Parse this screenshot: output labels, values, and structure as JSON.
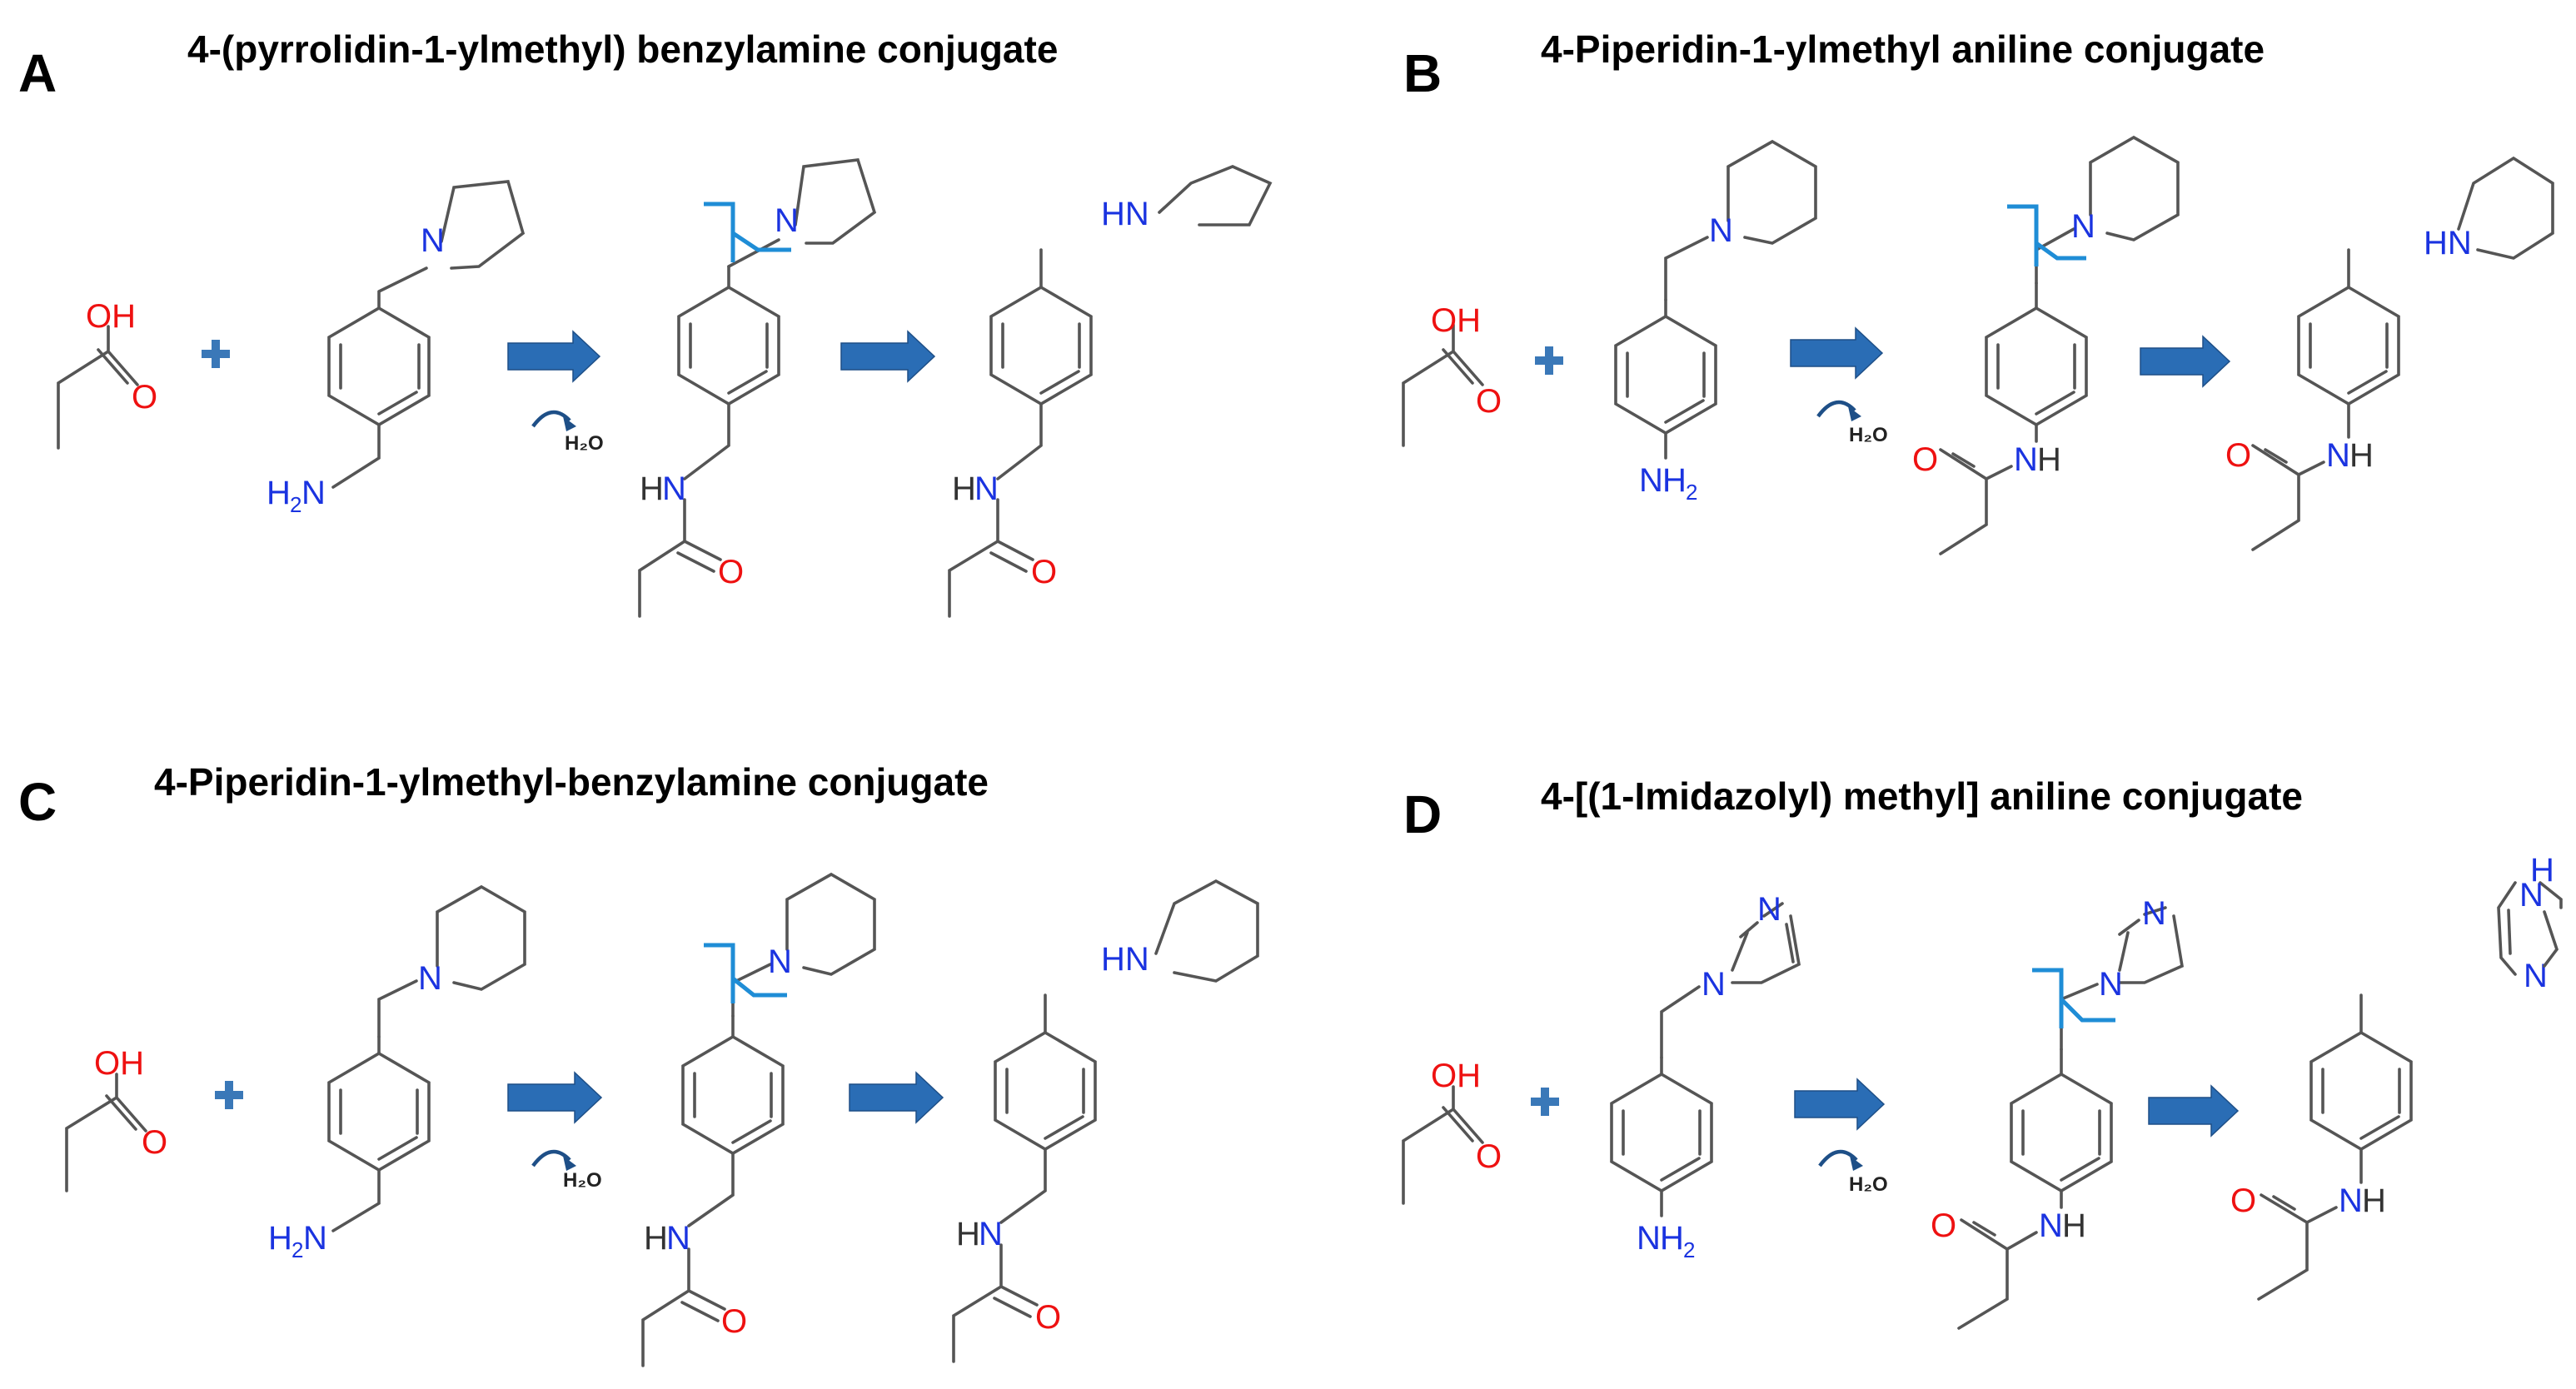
{
  "colors": {
    "bond": "#555555",
    "nitrogen": "#1a33e0",
    "oxygen": "#ee1111",
    "cleavage_mark": "#1f8dd6",
    "reaction_arrow": "#2a6db5"
  },
  "icons": [
    "plus-sign-icon",
    "reaction-arrow-icon",
    "curved-arrow-icon"
  ],
  "labels": {
    "oh": "OH",
    "o": "O",
    "n": "N",
    "nh": "NH",
    "hn": "HN",
    "h": "H",
    "h2": "H",
    "two": "2",
    "water": "H₂O"
  },
  "panels": [
    {
      "letter": "A",
      "title": "4-(pyrrolidin-1-ylmethyl) benzylamine conjugate"
    },
    {
      "letter": "B",
      "title": "4-Piperidin-1-ylmethyl aniline conjugate"
    },
    {
      "letter": "C",
      "title": "4-Piperidin-1-ylmethyl-benzylamine conjugate"
    },
    {
      "letter": "D",
      "title": "4-[(1-Imidazolyl) methyl] aniline conjugate"
    }
  ]
}
